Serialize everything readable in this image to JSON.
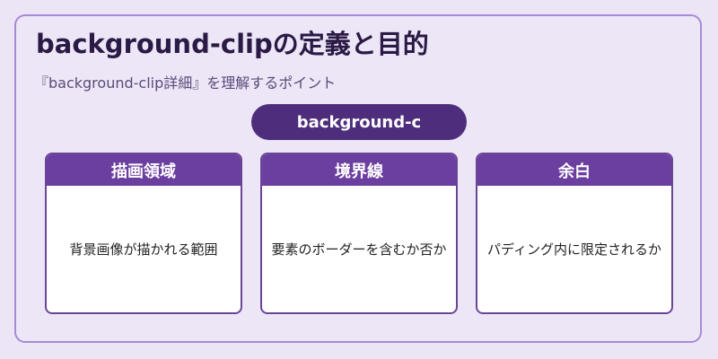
{
  "title": "background-clipの定義と目的",
  "subtitle": "『background-clip詳細』を理解するポイント",
  "central_node": "background-c",
  "cards": [
    {
      "heading": "描画領域",
      "description": "背景画像が描かれる範囲"
    },
    {
      "heading": "境界線",
      "description": "要素のボーダーを含むか否か"
    },
    {
      "heading": "余白",
      "description": "パディング内に限定されるか"
    }
  ],
  "colors": {
    "background": "#ece5f6",
    "frame_border": "#a78bd2",
    "pill": "#4e2e7c",
    "card_header": "#6b3fa0",
    "card_border": "#6a4596"
  }
}
